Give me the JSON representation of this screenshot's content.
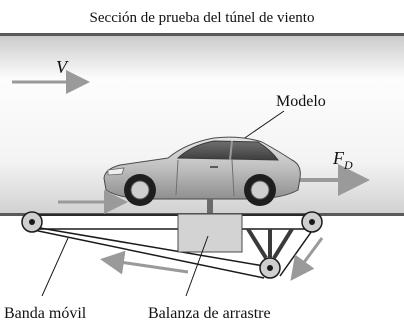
{
  "title": "Sección de prueba del túnel de viento",
  "labels": {
    "velocity_main": "V",
    "model": "Modelo",
    "drag_force_main": "F",
    "drag_force_sub": "D",
    "moving_belt": "Banda móvil",
    "drag_balance": "Balanza de arrastre"
  },
  "colors": {
    "tunnel_wall": "#5a5a5a",
    "tunnel_gradient_light": "#fdfdfd",
    "tunnel_gradient_dark": "#c9c9c9",
    "flow_arrow": "#9a9a9a",
    "car_body": "#c4c4c4",
    "balance_box": "#d3d3d3",
    "line": "#1a1a1a"
  }
}
